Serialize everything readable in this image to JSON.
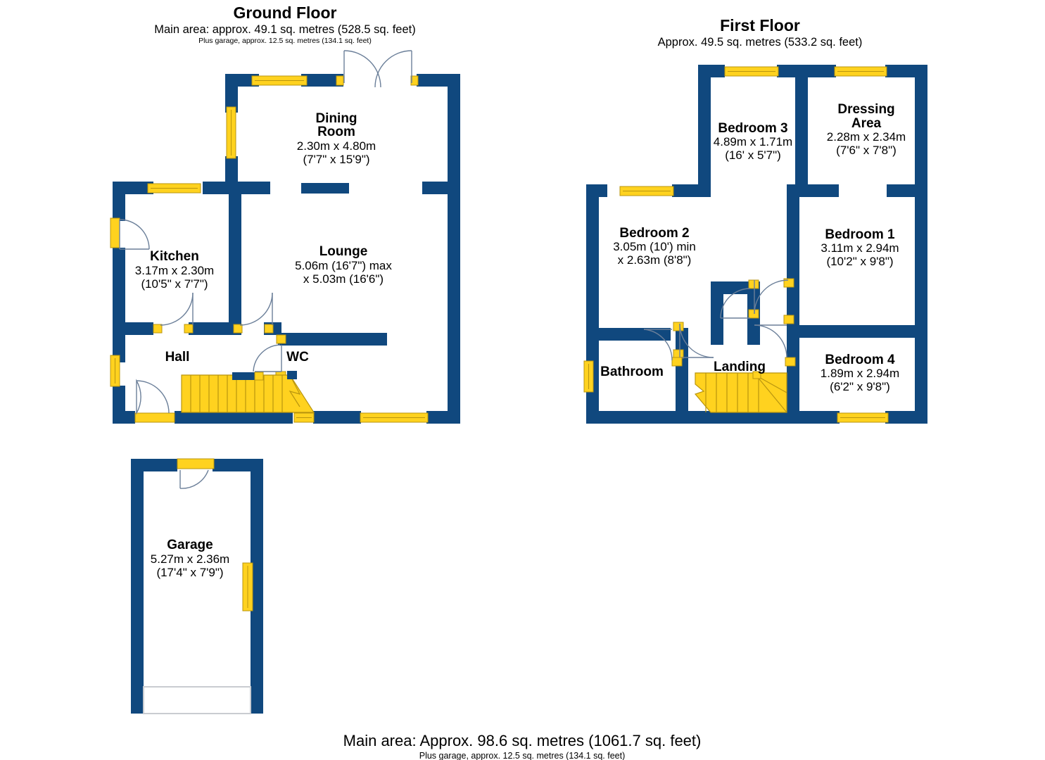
{
  "document": {
    "type": "floor-plan",
    "footer": {
      "main_area": "Main area: Approx. 98.6 sq. metres (1061.7 sq. feet)",
      "garage_note": "Plus garage, approx. 12.5 sq. metres (134.1 sq. feet)"
    }
  },
  "floors": [
    {
      "id": "ground",
      "title": "Ground Floor",
      "subtitle": "Main area: approx. 49.1 sq. metres (528.5 sq. feet)",
      "subtitle2": "Plus garage, approx. 12.5 sq. metres (134.1 sq. feet)",
      "rooms": [
        {
          "name": "Dining Room",
          "name_line1": "Dining",
          "name_line2": "Room",
          "dim_metric": "2.30m x 4.80m",
          "dim_imperial": "(7'7\" x 15'9\")"
        },
        {
          "name": "Kitchen",
          "dim_metric": "3.17m x 2.30m",
          "dim_imperial": "(10'5\" x 7'7\")"
        },
        {
          "name": "Lounge",
          "dim_metric": "5.06m (16'7\") max",
          "dim_imperial": "x 5.03m (16'6\")"
        },
        {
          "name": "Hall",
          "dim_metric": "",
          "dim_imperial": ""
        },
        {
          "name": "WC",
          "dim_metric": "",
          "dim_imperial": ""
        }
      ]
    },
    {
      "id": "first",
      "title": "First Floor",
      "subtitle": "Approx. 49.5 sq. metres (533.2 sq. feet)",
      "subtitle2": "",
      "rooms": [
        {
          "name": "Bedroom 3",
          "dim_metric": "4.89m x 1.71m",
          "dim_imperial": "(16' x 5'7\")"
        },
        {
          "name": "Dressing Area",
          "name_line1": "Dressing",
          "name_line2": "Area",
          "dim_metric": "2.28m x 2.34m",
          "dim_imperial": "(7'6\" x 7'8\")"
        },
        {
          "name": "Bedroom 2",
          "dim_metric": "3.05m (10') min",
          "dim_imperial": "x 2.63m (8'8\")"
        },
        {
          "name": "Bedroom 1",
          "dim_metric": "3.11m x 2.94m",
          "dim_imperial": "(10'2\" x 9'8\")"
        },
        {
          "name": "Bedroom 4",
          "dim_metric": "1.89m x 2.94m",
          "dim_imperial": "(6'2\" x 9'8\")"
        },
        {
          "name": "Bathroom",
          "dim_metric": "",
          "dim_imperial": ""
        },
        {
          "name": "Landing",
          "dim_metric": "",
          "dim_imperial": ""
        }
      ]
    },
    {
      "id": "garage",
      "title": "",
      "subtitle": "",
      "subtitle2": "",
      "rooms": [
        {
          "name": "Garage",
          "dim_metric": "5.27m x 2.36m",
          "dim_imperial": "(17'4\" x 7'9\")"
        }
      ]
    }
  ],
  "colors": {
    "wall": "#10487e",
    "window": "#ffd21f",
    "window_outline": "#b9950f",
    "door_swing": "#6b7f99",
    "background": "#ffffff",
    "text": "#000000"
  }
}
